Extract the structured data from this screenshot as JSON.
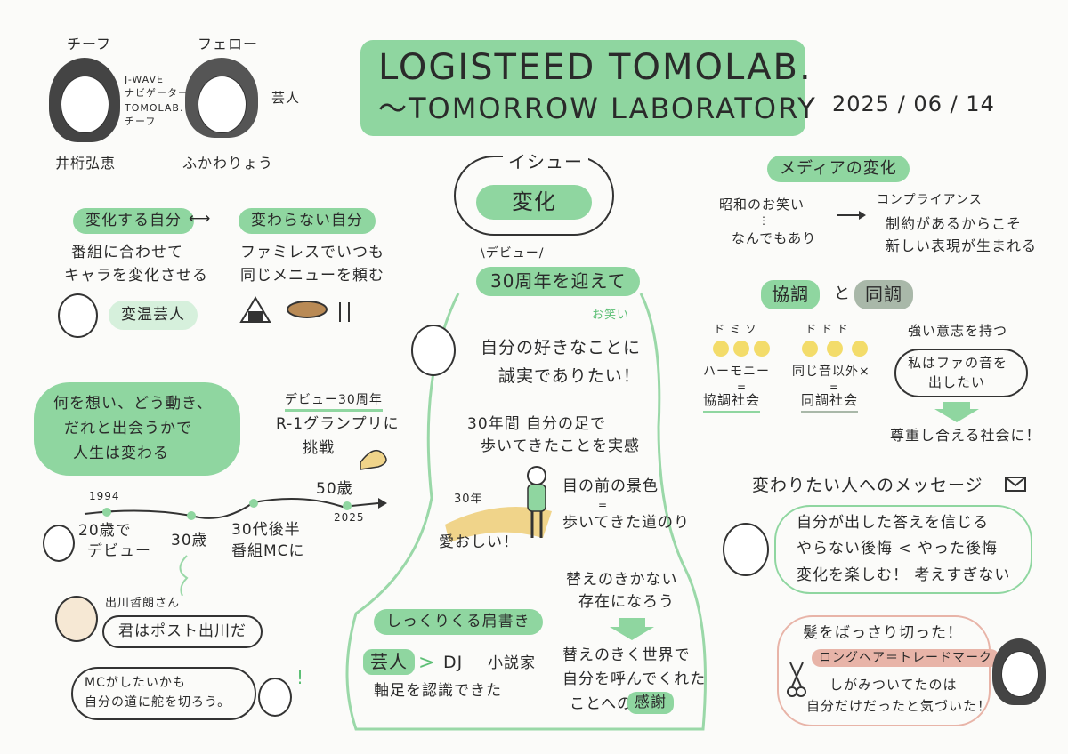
{
  "header": {
    "title_line1": "LOGISTEED TOMOLAB.",
    "title_line2": "〜TOMORROW LABORATORY",
    "date": "2025 / 06 / 14"
  },
  "people": {
    "chief_role": "チーフ",
    "chief_desc1": "J-WAVE",
    "chief_desc2": "ナビゲーター",
    "chief_desc3": "TOMOLAB.",
    "chief_desc4": "チーフ",
    "chief_name": "井桁弘恵",
    "fellow_role": "フェロー",
    "fellow_desc": "芸人",
    "fellow_name": "ふかわりょう"
  },
  "change_self": {
    "left_label": "変化する自分",
    "arrow": "⟷",
    "right_label": "変わらない自分",
    "left_line1": "番組に合わせて",
    "left_line2": "キャラを変化させる",
    "right_line1": "ファミレスでいつも",
    "right_line2": "同じメニューを頼む",
    "badge": "変温芸人"
  },
  "timeline": {
    "intro1": "何を想い、どう動き、",
    "intro2": "だれと出会うかで",
    "intro3": "人生は変わる",
    "debut30_label": "デビュー30周年",
    "r1_line1": "R-1グランプリに",
    "r1_line2": "挑戦",
    "year_start": "1994",
    "year_end": "2025",
    "age50": "50歳",
    "debut_line1": "20歳で",
    "debut_line2": "デビュー",
    "age30": "30歳",
    "late30_line1": "30代後半",
    "late30_line2": "番組MCに",
    "degawa_name": "出川哲朗さん",
    "degawa_quote": "君はポスト出川だ",
    "mc_line1": "MCがしたいかも",
    "mc_line2": "自分の道に舵を切ろう。",
    "exclaim": "!"
  },
  "issue": {
    "label": "イシュー",
    "value": "変化"
  },
  "anniversary": {
    "tag": "\\デビュー/",
    "title": "30周年を迎えて",
    "owarai": "お笑い",
    "sincere1": "自分の好きなことに",
    "sincere2": "誠実でありたい！",
    "walk1": "30年間 自分の足で",
    "walk2": "歩いてきたことを実感",
    "years30": "30年",
    "lovely": "愛おしい！",
    "scene1": "目の前の景色",
    "scene_eq": "=",
    "scene2": "歩いてきた道のり",
    "irreplace1": "替えのきかない",
    "irreplace2": "存在になろう",
    "title_fit": "しっくりくる肩書き",
    "geinin": "芸人",
    "gt": ">",
    "dj": "DJ",
    "novelist": "小説家",
    "axis": "軸足を認識できた",
    "gratitude1": "替えのきく世界で",
    "gratitude2": "自分を呼んでくれた",
    "gratitude3": "ことへの",
    "gratitude_word": "感謝"
  },
  "media": {
    "title": "メディアの変化",
    "showa1": "昭和のお笑い",
    "showa2": "なんでもあり",
    "compliance": "コンプライアンス",
    "new1": "制約があるからこそ",
    "new2": "新しい表現が生まれる"
  },
  "harmony": {
    "kyocho": "協調",
    "to": "と",
    "docho": "同調",
    "notes1": "ド ミ ソ",
    "notes2": "ド ド ド",
    "harmony_word": "ハーモニー",
    "eq": "=",
    "kyocho_society": "協調社会",
    "same_note": "同じ音以外×",
    "docho_society": "同調社会",
    "strong_will": "強い意志を持つ",
    "fa1": "私はファの音を",
    "fa2": "出したい",
    "respect": "尊重し合える社会に！"
  },
  "message": {
    "title": "変わりたい人へのメッセージ",
    "line1": "自分が出した答えを信じる",
    "line2": "やらない後悔 < やった後悔",
    "line3": "変化を楽しむ！ 考えすぎない"
  },
  "hair": {
    "line1": "髪をばっさり切った！",
    "trademark": "ロングヘア＝トレードマーク",
    "line2": "しがみついてたのは",
    "line3": "自分だけだったと気づいた！"
  },
  "colors": {
    "accent_green": "#8fd6a0",
    "line_green": "#9ad8a8",
    "pink": "#e8b4a8",
    "ink": "#2a2a2a"
  }
}
